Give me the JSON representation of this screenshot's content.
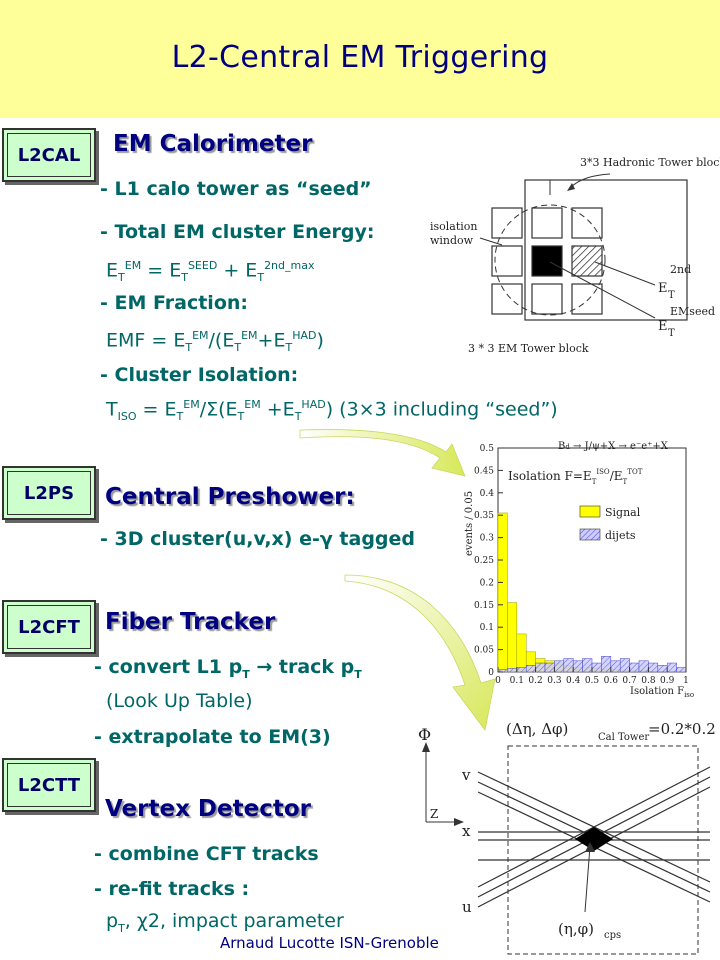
{
  "title": "L2-Central  EM Triggering",
  "footer": "Arnaud Lucotte  ISN-Grenoble",
  "badges": {
    "cal": "L2CAL",
    "ps": "L2PS",
    "cft": "L2CFT",
    "ctt": "L2CTT"
  },
  "em": {
    "heading": "EM Calorimeter",
    "l1": "- L1 calo tower as “seed”",
    "l2": "- Total EM  cluster  Energy:",
    "l4": "- EM Fraction:",
    "l6": "- Cluster Isolation:",
    "iso_tail": "  (3×3  including “seed”)"
  },
  "ps": {
    "heading": "Central Preshower:",
    "l1": "- 3D cluster(u,v,x) e-γ tagged"
  },
  "cft": {
    "heading": "Fiber Tracker",
    "l1a": "- convert L1 p",
    "l1b": " → track p",
    "l2": "(Look Up Table)",
    "l3": "- extrapolate to  EM(3)"
  },
  "ctt": {
    "heading": "Vertex Detector",
    "l1": "- combine CFT tracks",
    "l2": "-  re-fit tracks :",
    "l3": ", impact parameter"
  },
  "fig_tower": {
    "top": "3*3 Hadronic Tower block",
    "iso1": "isolation",
    "iso2": "window",
    "l2nd": "2nd",
    "lseed": "EMseed",
    "bottom": "3 * 3  EM Tower block"
  },
  "fig_hist": {
    "ylabel": "events / 0.05",
    "xlabel": "Isolation F",
    "process": "B",
    "legend": "Isolation F",
    "signal": "Signal",
    "dijets": "dijets"
  },
  "chart_data": {
    "type": "bar",
    "x": [
      0,
      0.05,
      0.1,
      0.15,
      0.2,
      0.25,
      0.3,
      0.35,
      0.4,
      0.45,
      0.5,
      0.55,
      0.6,
      0.65,
      0.7,
      0.75,
      0.8,
      0.85,
      0.9,
      0.95
    ],
    "xlim": [
      0,
      1
    ],
    "ylim": [
      0,
      0.5
    ],
    "xticks": [
      "0",
      "0.1",
      "0.2",
      "0.3",
      "0.4",
      "0.5",
      "0.6",
      "0.7",
      "0.8",
      "0.9",
      "1"
    ],
    "yticks": [
      "0",
      "0.05",
      "0.1",
      "0.15",
      "0.2",
      "0.25",
      "0.3",
      "0.35",
      "0.4",
      "0.45",
      "0.5"
    ],
    "series": [
      {
        "name": "Signal",
        "color": "#ffff00",
        "values": [
          0.355,
          0.155,
          0.085,
          0.045,
          0.03,
          0.025,
          0.02,
          0.015,
          0.01,
          0.01,
          0.008,
          0.005,
          0.005,
          0.004,
          0.003,
          0.003,
          0.002,
          0.002,
          0.001,
          0.001
        ]
      },
      {
        "name": "dijets",
        "color": "#9999ff",
        "values": [
          0.005,
          0.008,
          0.01,
          0.015,
          0.02,
          0.02,
          0.025,
          0.03,
          0.025,
          0.03,
          0.02,
          0.035,
          0.025,
          0.03,
          0.02,
          0.025,
          0.02,
          0.015,
          0.02,
          0.01
        ]
      }
    ]
  },
  "fig_vertex": {
    "phi": "Φ",
    "z": "Z",
    "v": "v",
    "x": "x",
    "u": "u",
    "caltower": "(Δη, Δφ)",
    "caltower_sub": "Cal Tower",
    "caltower_val": "=0.2*0.2",
    "cps": "(η,φ)"
  }
}
